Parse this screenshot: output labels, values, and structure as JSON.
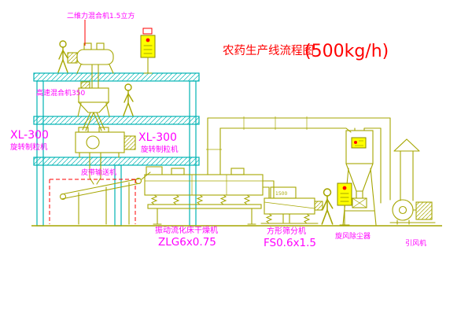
{
  "title": {
    "text": "农药生产线流程图",
    "capacity": "(500kg/h)"
  },
  "labels": {
    "mixer_2d": "二维力混合机1.5立方",
    "high_speed_mixer": "高速混合机350",
    "granulator_left_model": "XL-300",
    "granulator_left_name": "旋转制粒机",
    "granulator_mid_model": "XL-300",
    "granulator_mid_name": "旋转制粒机",
    "belt_conveyor": "皮带输送机",
    "fluid_bed_dryer_name": "振动流化床干燥机",
    "fluid_bed_dryer_model": "ZLG6x0.75",
    "square_sieve_name": "方形筛分机",
    "square_sieve_model": "FS0.6x1.5",
    "cyclone_dust_collector": "旋风除尘器",
    "induced_draft_fan": "引风机",
    "hopper_dimension": "1500"
  },
  "colors": {
    "background": "#ffffff",
    "structure_teal": "#00b3b3",
    "equipment_olive": "#a6a600",
    "label_magenta": "#ff00ff",
    "title_red": "#ff0000",
    "panel_yellow": "#ffff00",
    "dashed_red": "#ff0000"
  }
}
